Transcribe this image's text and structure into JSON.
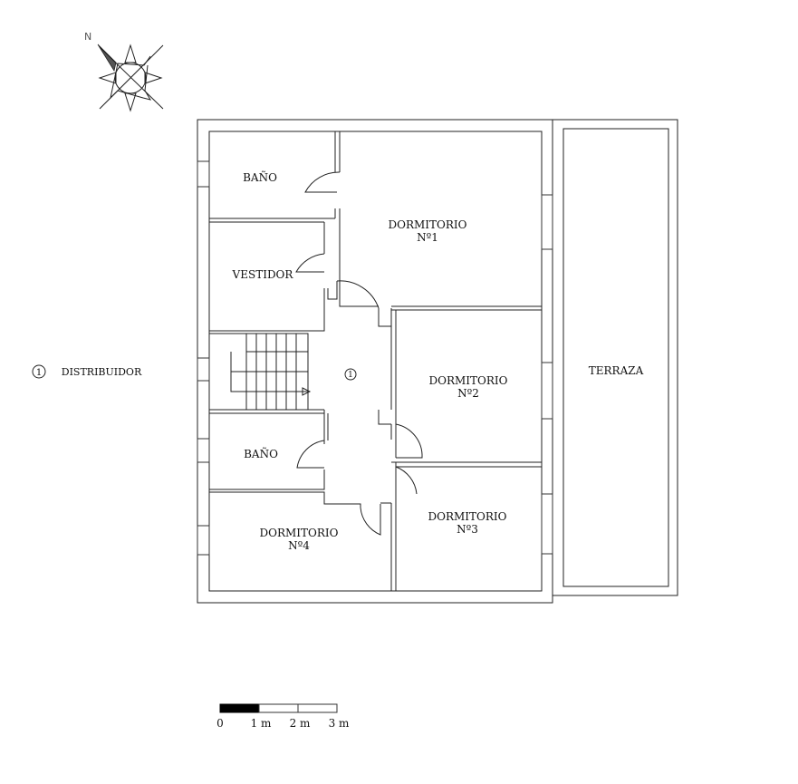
{
  "compass": {
    "north_label": "N"
  },
  "legend": {
    "number": "1",
    "label": "DISTRIBUIDOR"
  },
  "rooms": {
    "bano_top": "BAÑO",
    "dormitorio1": [
      "DORMITORIO",
      "Nº1"
    ],
    "vestidor": "VESTIDOR",
    "distribuidor_marker": "1",
    "dormitorio2": [
      "DORMITORIO",
      "Nº2"
    ],
    "bano_bottom": "BAÑO",
    "dormitorio3": [
      "DORMITORIO",
      "Nº3"
    ],
    "dormitorio4": [
      "DORMITORIO",
      "Nº4"
    ],
    "terraza": "TERRAZA"
  },
  "scale_bar": {
    "ticks": [
      "0",
      "1 m",
      "2 m",
      "3 m"
    ]
  }
}
